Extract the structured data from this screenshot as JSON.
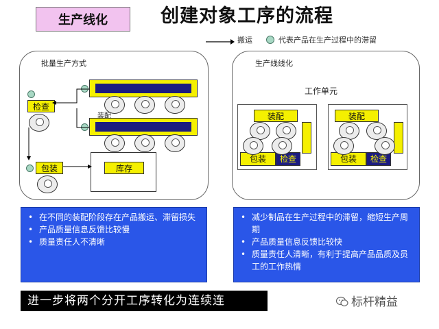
{
  "header": {
    "tag": "生产线化",
    "title": "创建对象工序的流程"
  },
  "legend": {
    "move_label": "搬运",
    "wait_label": "代表产品在生产过程中的滞留",
    "dot_color": "#a8d8c4"
  },
  "left_panel": {
    "title": "批量生产方式",
    "inspect_label": "检查",
    "assembly_label": "装配",
    "pack_label": "包装",
    "storage_label": "库存"
  },
  "right_panel": {
    "title": "生产线线化",
    "cell_label": "工作单元",
    "cells": [
      {
        "top_label": "装配",
        "left_label": "包装",
        "right_label": "检查"
      },
      {
        "top_label": "装配",
        "left_label": "包装",
        "right_label": "检查"
      }
    ]
  },
  "info_left": {
    "items": [
      "在不同的装配阶段存在产品搬运、滞留损失",
      "产品质量信息反馈比较慢",
      "质量责任人不清晰"
    ]
  },
  "info_right": {
    "items": [
      "减少制品在生产过程中的滞留，缩短生产周期",
      "产品质量信息反馈比较快",
      "质量责任人清晰，有利于提高产品品质及员工的工作热情"
    ]
  },
  "footer": {
    "banner": "进一步将两个分开工序转化为连续连",
    "brand": "标杆精益"
  },
  "colors": {
    "belt_yellow": "#f5f000",
    "belt_navy": "#1c1c80",
    "info_blue": "#2a56e8",
    "tag_pink": "#f2c3ef"
  }
}
